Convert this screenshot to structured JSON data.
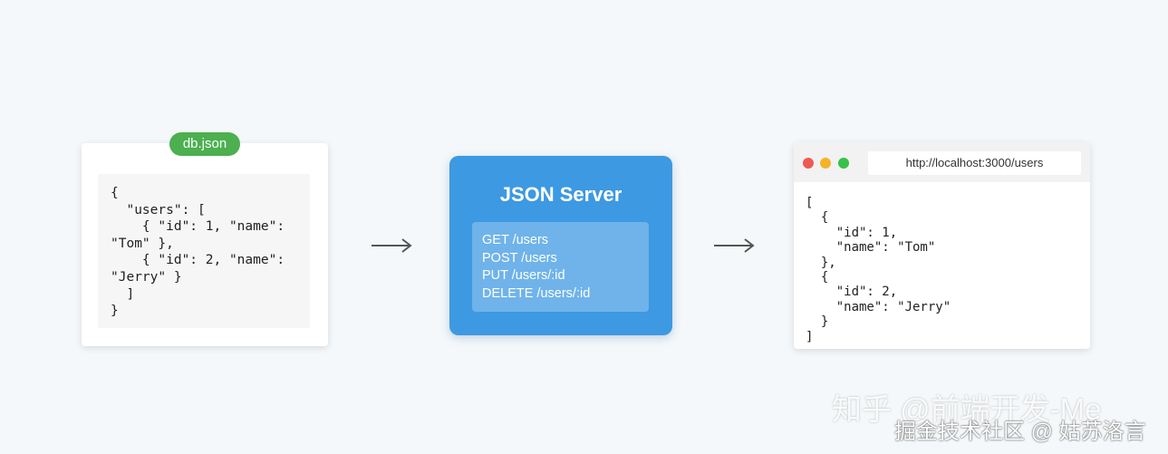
{
  "db": {
    "tag": "db.json",
    "code": "{\n  \"users\": [\n    { \"id\": 1, \"name\":\n\"Tom\" },\n    { \"id\": 2, \"name\":\n\"Jerry\" }\n  ]\n}"
  },
  "server": {
    "title": "JSON Server",
    "routes": [
      "GET /users",
      "POST /users",
      "PUT /users/:id",
      "DELETE /users/:id"
    ]
  },
  "browser": {
    "url": "http://localhost:3000/users",
    "response": "[\n  {\n    \"id\": 1,\n    \"name\": \"Tom\"\n  },\n  {\n    \"id\": 2,\n    \"name\": \"Jerry\"\n  }\n]"
  },
  "colors": {
    "tag_green": "#4caf50",
    "server_blue": "#3d99e1",
    "dot_red": "#ee5a52",
    "dot_yellow": "#f5b32a",
    "dot_green": "#36c24a"
  },
  "watermarks": [
    "知乎 @前端开发-Me",
    "掘金技术社区 @ 姑苏洛言"
  ]
}
